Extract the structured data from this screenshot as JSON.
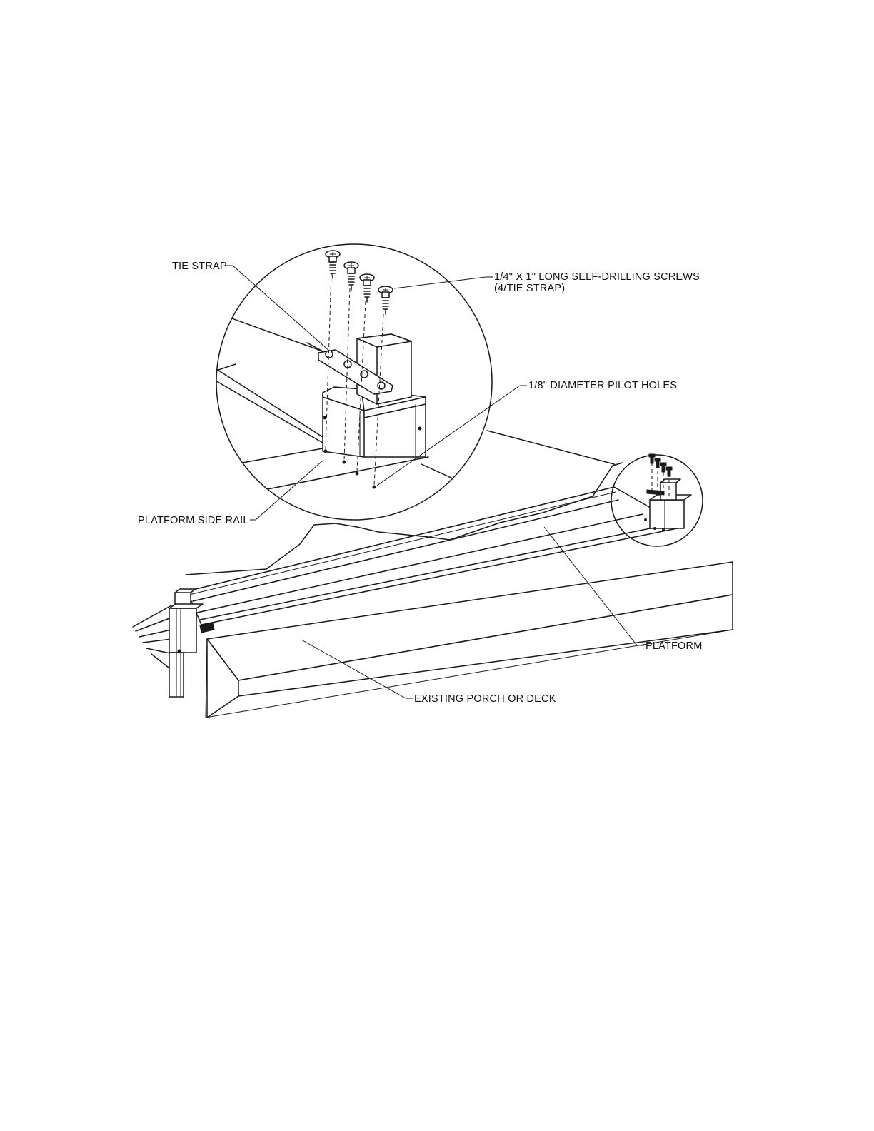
{
  "labels": {
    "tie_strap": "TIE STRAP",
    "screws_line1": "1/4\" X 1\" LONG SELF-DRILLING SCREWS",
    "screws_line2": "(4/TIE STRAP)",
    "pilot_holes": "1/8\" DIAMETER PILOT HOLES",
    "platform_side_rail": "PLATFORM SIDE RAIL",
    "platform": "PLATFORM",
    "existing_porch": "EXISTING PORCH OR DECK"
  }
}
